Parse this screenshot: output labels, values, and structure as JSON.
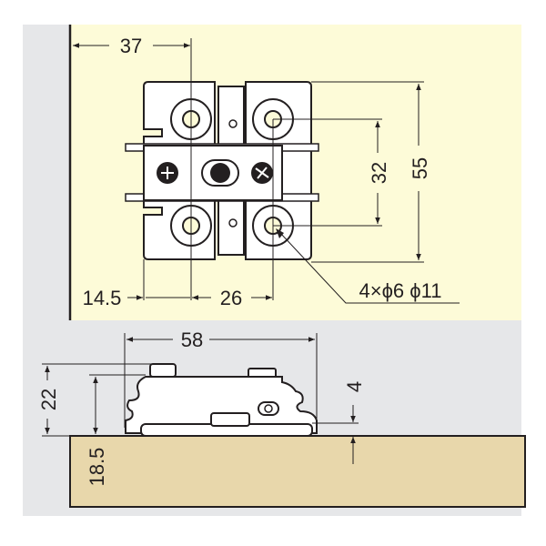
{
  "title": "Hinge mounting plate dimensions",
  "colors": {
    "background": "#e6e7e9",
    "panel": "#fdfbd8",
    "wood": "#e8d7ab",
    "line": "#231f20"
  },
  "top_view": {
    "dim_edge_to_hole": "37",
    "dim_total_height": "55",
    "dim_hole_spacing_vertical": "32",
    "dim_edge_offset": "14.5",
    "dim_hole_spacing_horizontal": "26",
    "hole_callout": "4×ϕ6 ϕ11"
  },
  "side_view": {
    "dim_width": "58",
    "dim_total_height": "22",
    "dim_body_height": "18.5",
    "dim_base_height": "4"
  }
}
